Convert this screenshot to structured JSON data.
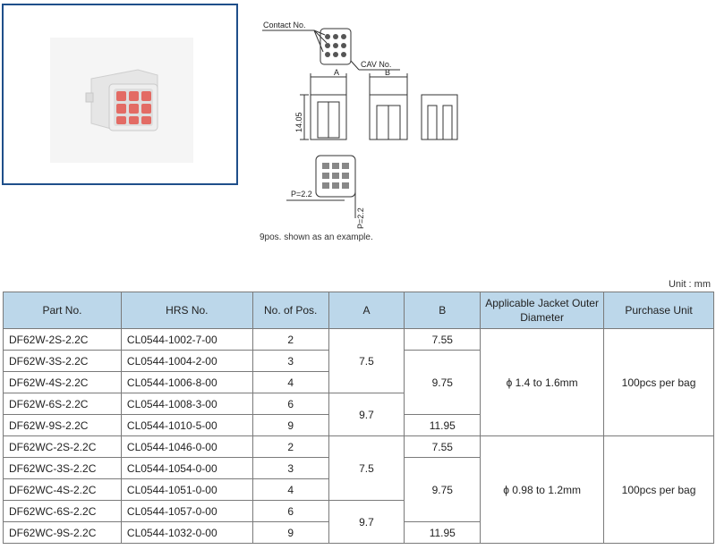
{
  "drawing": {
    "contact_label": "Contact No.",
    "cav_label": "CAV No.",
    "dim_a": "A",
    "dim_b": "B",
    "height_dim": "14.05",
    "pitch_h": "P=2.2",
    "pitch_v": "P=2.2",
    "caption": "9pos. shown as an example."
  },
  "table": {
    "unit": "Unit : mm",
    "headers": {
      "part_no": "Part No.",
      "hrs_no": "HRS No.",
      "pos": "No. of Pos.",
      "a": "A",
      "b": "B",
      "jacket": "Applicable Jacket Outer Diameter",
      "purchase": "Purchase Unit"
    },
    "rows": [
      {
        "part": "DF62W-2S-2.2C",
        "hrs": "CL0544-1002-7-00",
        "pos": "2"
      },
      {
        "part": "DF62W-3S-2.2C",
        "hrs": "CL0544-1004-2-00",
        "pos": "3"
      },
      {
        "part": "DF62W-4S-2.2C",
        "hrs": "CL0544-1006-8-00",
        "pos": "4"
      },
      {
        "part": "DF62W-6S-2.2C",
        "hrs": "CL0544-1008-3-00",
        "pos": "6"
      },
      {
        "part": "DF62W-9S-2.2C",
        "hrs": "CL0544-1010-5-00",
        "pos": "9"
      },
      {
        "part": "DF62WC-2S-2.2C",
        "hrs": "CL0544-1046-0-00",
        "pos": "2"
      },
      {
        "part": "DF62WC-3S-2.2C",
        "hrs": "CL0544-1054-0-00",
        "pos": "3"
      },
      {
        "part": "DF62WC-4S-2.2C",
        "hrs": "CL0544-1051-0-00",
        "pos": "4"
      },
      {
        "part": "DF62WC-6S-2.2C",
        "hrs": "CL0544-1057-0-00",
        "pos": "6"
      },
      {
        "part": "DF62WC-9S-2.2C",
        "hrs": "CL0544-1032-0-00",
        "pos": "9"
      }
    ],
    "group1": {
      "a1": "7.5",
      "a2": "9.7",
      "b1": "7.55",
      "b2": "9.75",
      "b3": "11.95",
      "jacket": "ϕ 1.4 to 1.6mm",
      "purchase": "100pcs per bag"
    },
    "group2": {
      "a1": "7.5",
      "a2": "9.7",
      "b1": "7.55",
      "b2": "9.75",
      "b3": "11.95",
      "jacket": "ϕ 0.98 to 1.2mm",
      "purchase": "100pcs per bag"
    }
  },
  "colors": {
    "header_bg": "#bcd7ea",
    "frame_border": "#1f4f8a",
    "housing": "#efefef",
    "contact": "#e36b64"
  }
}
